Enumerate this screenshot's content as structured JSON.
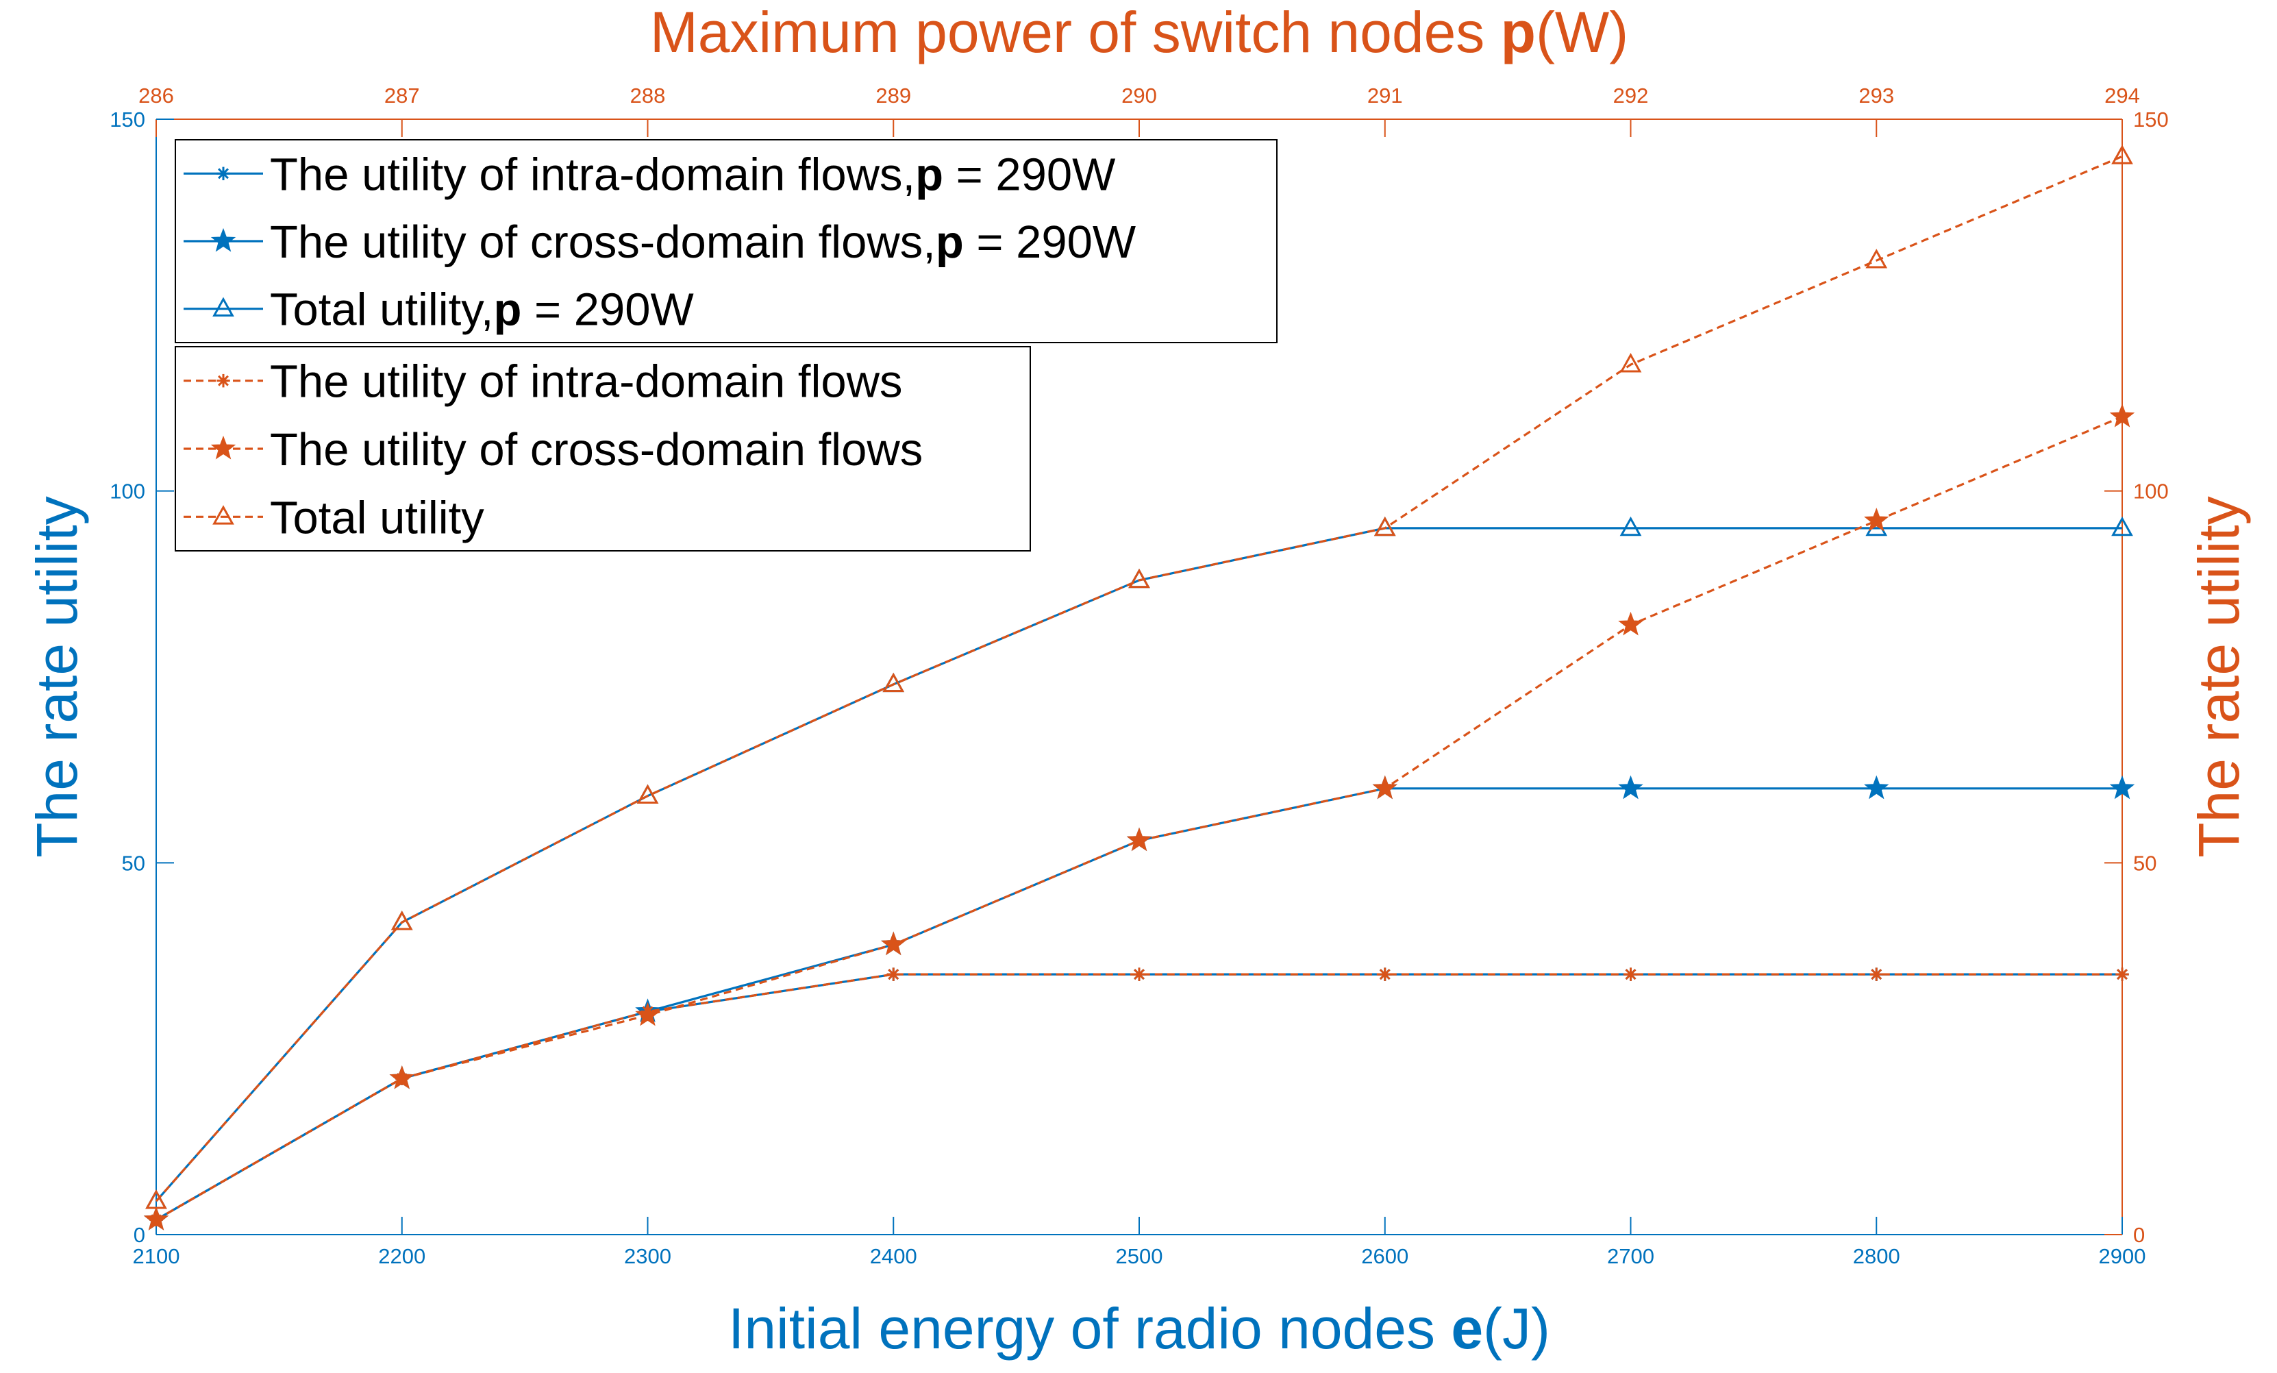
{
  "chart_data": {
    "type": "line",
    "title_prefix": "Maximum power of switch nodes ",
    "title_symbol": "p",
    "title_suffix": "(W)",
    "xlabel_prefix": "Initial energy of radio nodes ",
    "xlabel_symbol": "e",
    "xlabel_suffix": "(J)",
    "ylabel_left": "The rate utility",
    "ylabel_right": "The rate utility",
    "x": [
      2100,
      2200,
      2300,
      2400,
      2500,
      2600,
      2700,
      2800,
      2900
    ],
    "xlim": [
      2100,
      2900
    ],
    "x_ticks": [
      "2100",
      "2200",
      "2300",
      "2400",
      "2500",
      "2600",
      "2700",
      "2800",
      "2900"
    ],
    "x_top": [
      286,
      287,
      288,
      289,
      290,
      291,
      292,
      293,
      294
    ],
    "x_top_ticks": [
      "286",
      "287",
      "288",
      "289",
      "290",
      "291",
      "292",
      "293",
      "294"
    ],
    "ylim": [
      0,
      150
    ],
    "y_ticks": [
      "0",
      "50",
      "100",
      "150"
    ],
    "grid": false,
    "legend_placement": "top-left",
    "colors": {
      "blue": "#0072BD",
      "orange": "#D95319",
      "text": "#000000"
    },
    "legend_groups": [
      {
        "entries": [
          {
            "label_prefix": "The utility of intra-domain flows,",
            "label_symbol": "p",
            "label_suffix": " = 290W",
            "series_index": 0
          },
          {
            "label_prefix": "The utility of cross-domain flows,",
            "label_symbol": "p",
            "label_suffix": " = 290W",
            "series_index": 1
          },
          {
            "label_prefix": "Total utility,",
            "label_symbol": "p",
            "label_suffix": " = 290W",
            "series_index": 2
          }
        ]
      },
      {
        "entries": [
          {
            "label_prefix": "The utility of intra-domain flows",
            "label_symbol": "",
            "label_suffix": "",
            "series_index": 3
          },
          {
            "label_prefix": "The utility of cross-domain flows",
            "label_symbol": "",
            "label_suffix": "",
            "series_index": 4
          },
          {
            "label_prefix": "Total utility",
            "label_symbol": "",
            "label_suffix": "",
            "series_index": 5
          }
        ]
      }
    ],
    "series": [
      {
        "axis": "bottom",
        "color": "blue",
        "style": "solid",
        "marker": "asterisk",
        "values": [
          2,
          21,
          30,
          35,
          35,
          35,
          35,
          35,
          35
        ]
      },
      {
        "axis": "bottom",
        "color": "blue",
        "style": "solid",
        "marker": "star",
        "values": [
          2,
          21,
          30,
          39,
          53,
          60,
          60,
          60,
          60
        ]
      },
      {
        "axis": "bottom",
        "color": "blue",
        "style": "solid",
        "marker": "triangle",
        "values": [
          4.5,
          42,
          59,
          74,
          88,
          95,
          95,
          95,
          95
        ]
      },
      {
        "axis": "top",
        "color": "orange",
        "style": "dashed",
        "marker": "asterisk",
        "values": [
          2,
          21,
          30,
          35,
          35,
          35,
          35,
          35,
          35
        ]
      },
      {
        "axis": "top",
        "color": "orange",
        "style": "dashed",
        "marker": "star",
        "values": [
          2,
          21,
          29.5,
          39,
          53,
          60,
          82,
          96,
          110
        ]
      },
      {
        "axis": "top",
        "color": "orange",
        "style": "dashed",
        "marker": "triangle",
        "values": [
          4.5,
          42,
          59,
          74,
          88,
          95,
          117,
          131,
          145
        ]
      }
    ]
  }
}
